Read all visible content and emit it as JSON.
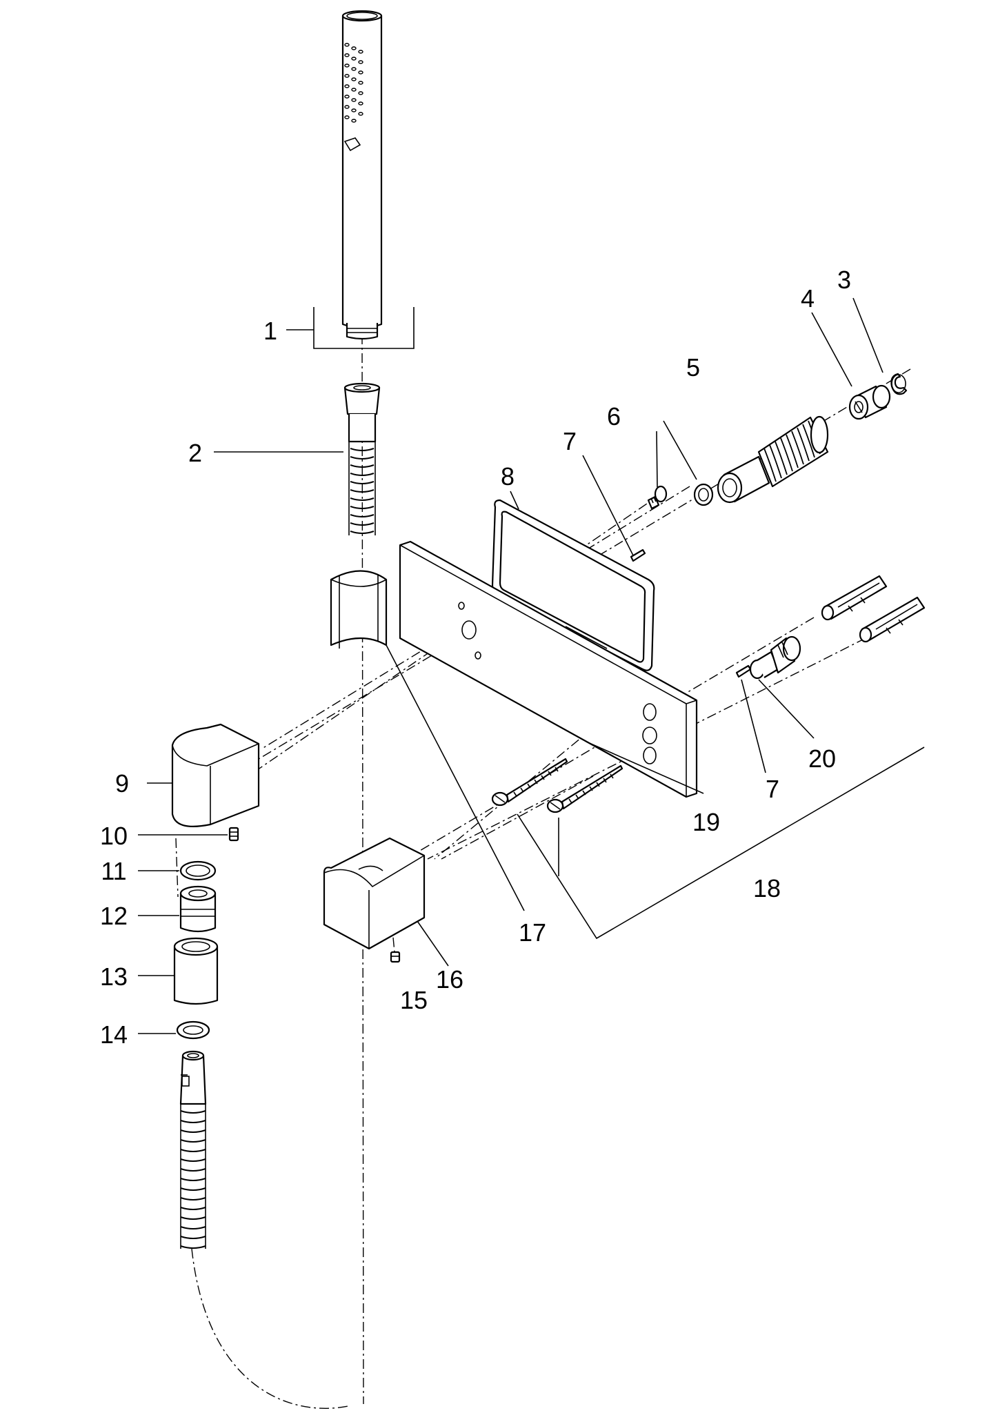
{
  "labels": {
    "l1": "1",
    "l2": "2",
    "l3": "3",
    "l4": "4",
    "l5": "5",
    "l6": "6",
    "l7a": "7",
    "l7b": "7",
    "l8": "8",
    "l9": "9",
    "l10": "10",
    "l11": "11",
    "l12": "12",
    "l13": "13",
    "l14": "14",
    "l15": "15",
    "l16": "16",
    "l17": "17",
    "l18": "18",
    "l19": "19",
    "l20": "20"
  },
  "colors": {
    "line": "#000000",
    "background": "#ffffff"
  }
}
